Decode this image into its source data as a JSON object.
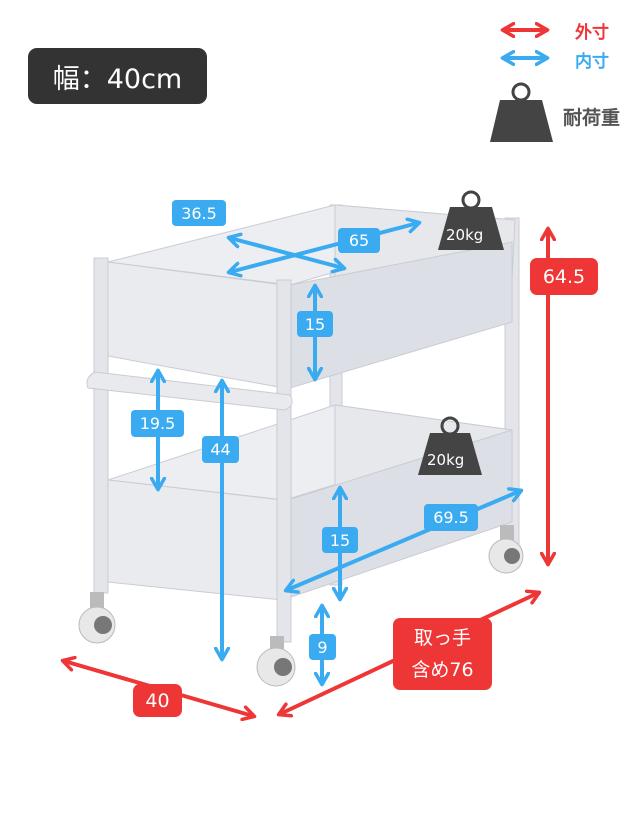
{
  "width_badge": "幅：40cm",
  "legend": {
    "outer_label": "外寸",
    "inner_label": "内寸",
    "load_label": "耐荷重",
    "outer_color": "#ee3636",
    "inner_color": "#3aabf0"
  },
  "inner_dims": {
    "top_depth": "36.5",
    "top_width": "65",
    "top_height": "15",
    "handle_gap": "19.5",
    "inner_height": "44",
    "bottom_height": "15",
    "bottom_width": "69.5",
    "floor_clearance": "9"
  },
  "outer_dims": {
    "height": "64.5",
    "depth": "40",
    "width_line1": "取っ手",
    "width_line2": "含め76"
  },
  "loads": {
    "top": "20kg",
    "bottom": "20kg"
  }
}
